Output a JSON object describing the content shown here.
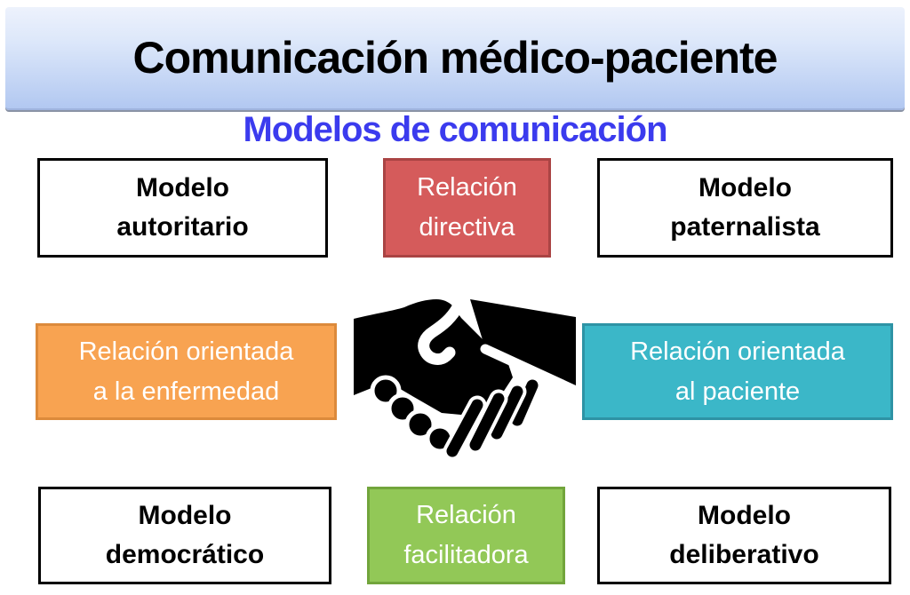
{
  "slide": {
    "title": "Comunicación médico-paciente",
    "subtitle": "Modelos de comunicación"
  },
  "boxes": {
    "modelo_autoritario": {
      "line1": "Modelo",
      "line2": "autoritario"
    },
    "relacion_directiva": {
      "line1": "Relación",
      "line2": "directiva"
    },
    "modelo_paternalista": {
      "line1": "Modelo",
      "line2": "paternalista"
    },
    "relacion_enfermedad": {
      "line1": "Relación orientada",
      "line2": "a la enfermedad"
    },
    "relacion_paciente": {
      "line1": "Relación orientada",
      "line2": "al paciente"
    },
    "modelo_democratico": {
      "line1": "Modelo",
      "line2": "democrático"
    },
    "relacion_facilitadora": {
      "line1": "Relación",
      "line2": "facilitadora"
    },
    "modelo_deliberativo": {
      "line1": "Modelo",
      "line2": "deliberativo"
    }
  },
  "icon": {
    "name": "handshake",
    "color": "#000000"
  },
  "colors": {
    "title_text": "#000000",
    "subtitle_blue": "#3B3BEE",
    "header_gradient_top": "#EDF2FC",
    "header_gradient_bottom": "#B2C8F1",
    "model_box_fill": "#FFFFFF",
    "model_box_border": "#000000",
    "red_fill": "#D55B5B",
    "red_border": "#AA4444",
    "orange_fill": "#F8A351",
    "orange_border": "#DC8A3B",
    "teal_fill": "#3BB7C8",
    "teal_border": "#2E93A5",
    "green_fill": "#92C857",
    "green_border": "#72A53C",
    "relation_text": "#FFFFFF"
  }
}
